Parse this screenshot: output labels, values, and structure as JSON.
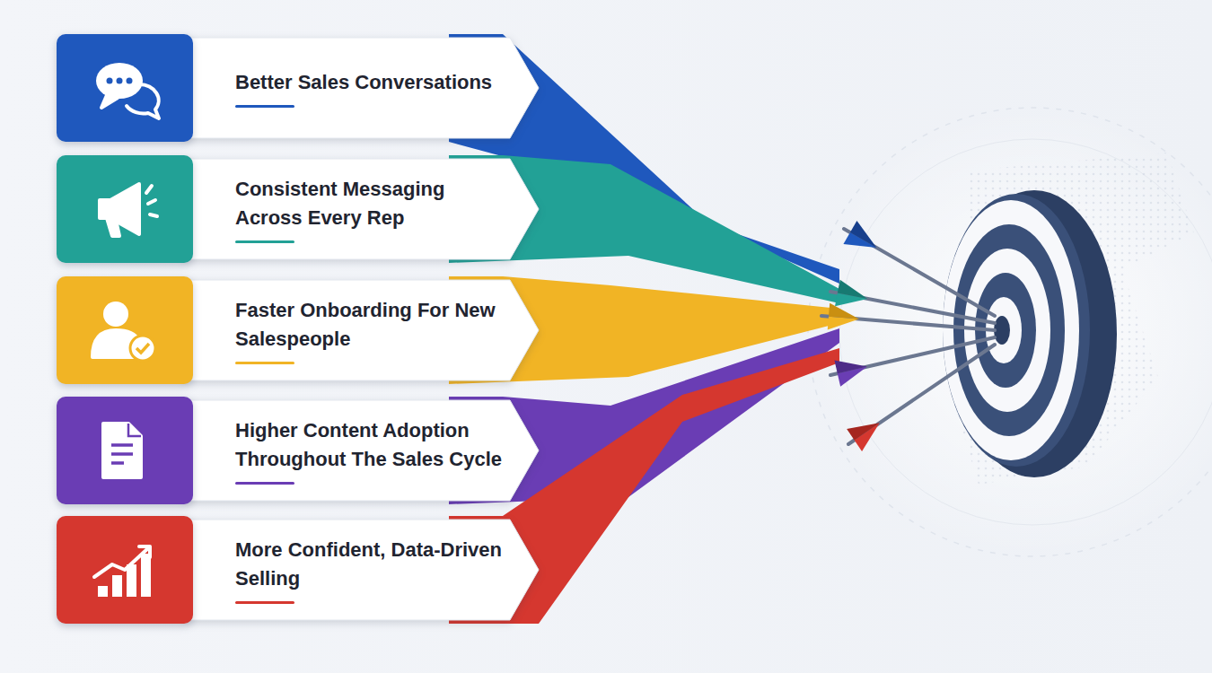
{
  "diagram": {
    "nodes": [
      {
        "text": [
          "Better Sales Conversations"
        ]
      },
      {
        "text": [
          "Consistent Messaging Across Every Rep"
        ]
      },
      {
        "text": [
          "Faster Onboarding For New Salespeople"
        ]
      },
      {
        "text": [
          "Higher Content Adoption Throughout The Sales Cycle"
        ]
      },
      {
        "text": [
          "More Confident, Data-Driven Selling"
        ]
      }
    ]
  }
}
